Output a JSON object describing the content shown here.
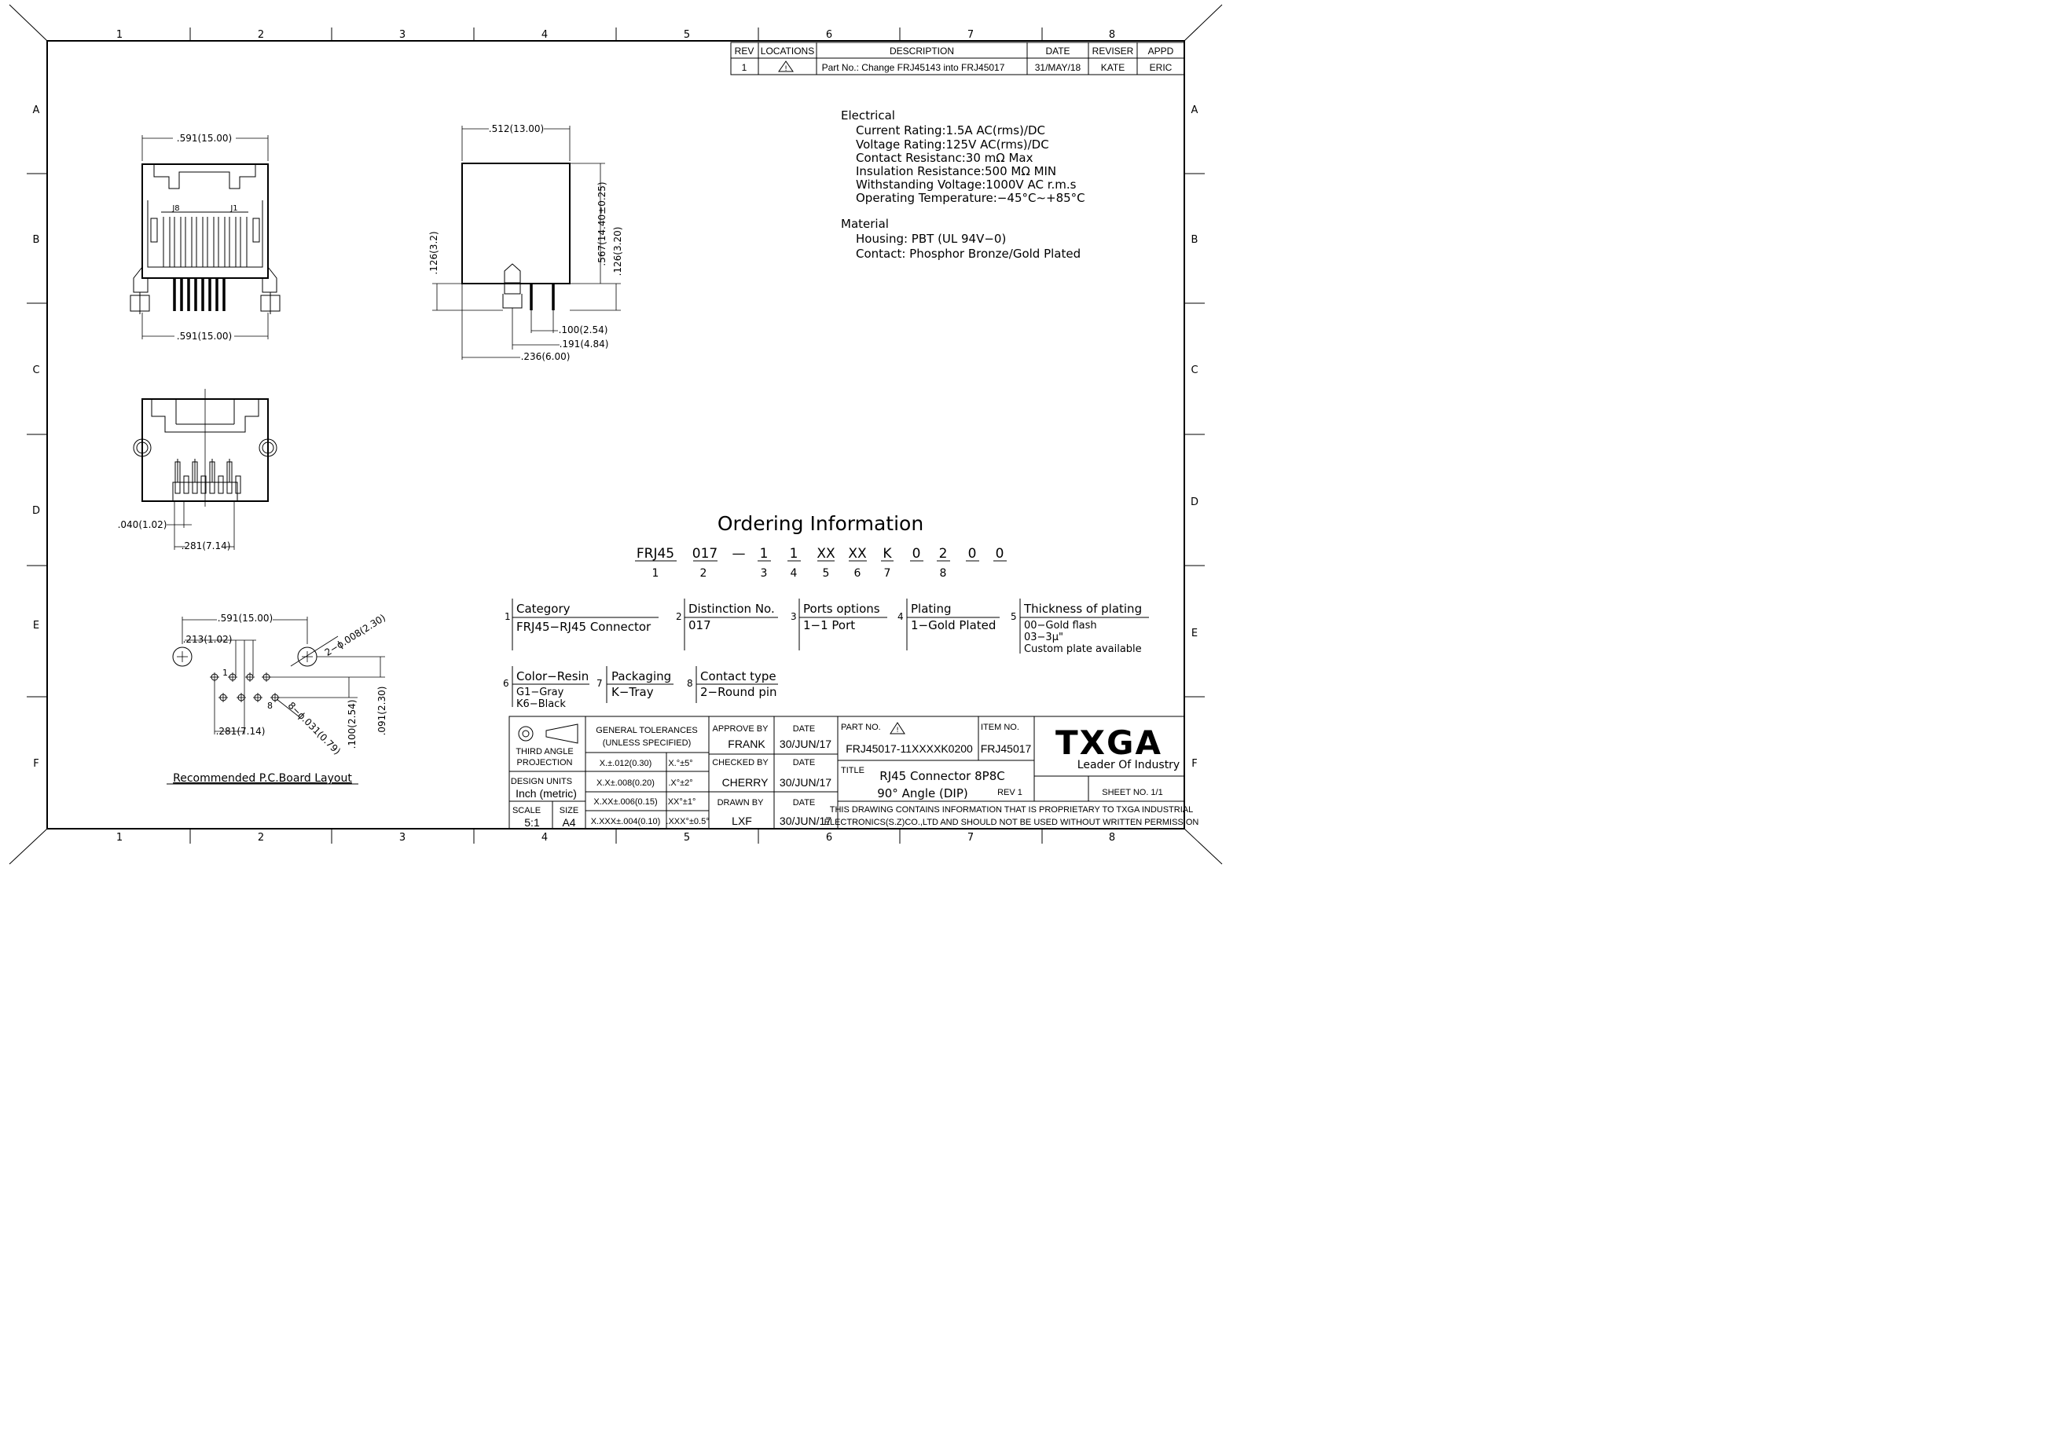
{
  "zones": {
    "columns": [
      "1",
      "2",
      "3",
      "4",
      "5",
      "6",
      "7",
      "8"
    ],
    "rows": [
      "A",
      "B",
      "C",
      "D",
      "E",
      "F"
    ]
  },
  "revision_table": {
    "headers": [
      "REV",
      "LOCATIONS",
      "DESCRIPTION",
      "DATE",
      "REVISER",
      "APPD"
    ],
    "rows": [
      {
        "rev": "1",
        "location": "warning-triangle",
        "description": "Part No.: Change FRJ45143 into FRJ45017",
        "date": "31/MAY/18",
        "reviser": "KATE",
        "appd": "ERIC"
      }
    ]
  },
  "specs": {
    "electrical_heading": "Electrical",
    "electrical": [
      "Current Rating:1.5A AC(rms)/DC",
      "Voltage Rating:125V AC(rms)/DC",
      "Contact Resistanc:30 mΩ  Max",
      "Insulation Resistance:500 MΩ   MIN",
      "Withstanding Voltage:1000V AC r.m.s",
      "Operating Temperature:−45°C∼+85°C"
    ],
    "material_heading": "Material",
    "material": [
      "Housing:  PBT (UL 94V−0)",
      "Contact:  Phosphor Bronze/Gold Plated"
    ]
  },
  "front_view": {
    "dim_top": ".591(15.00)",
    "dim_bottom": ".591(15.00)",
    "label_j8": "J8",
    "label_j1": "J1"
  },
  "side_view": {
    "dim_top": ".512(13.00)",
    "dim_height": ".567(14.40±0.25)",
    "dim_right_small": ".126(3.20)",
    "dim_left_small": ".126(3.2)",
    "dim_100": ".100(2.54)",
    "dim_191": ".191(4.84)",
    "dim_236": ".236(6.00)"
  },
  "bottom_view": {
    "dim_040": ".040(1.02)",
    "dim_281": ".281(7.14)"
  },
  "pcb_layout": {
    "title": "Recommended P.C.Board Layout",
    "dim_591": ".591(15.00)",
    "dim_213": ".213(1.02)",
    "dim_hole_large": "2−ϕ.008(2.30)",
    "dim_hole_small": "8−ϕ.031(0.79)",
    "dim_281": ".281(7.14)",
    "dim_100": ".100(2.54)",
    "dim_091": ".091(2.30)",
    "pin_1": "1",
    "pin_8": "8"
  },
  "ordering": {
    "title": "Ordering Information",
    "code_parts": [
      "FRJ45",
      "017",
      "—",
      "1",
      "1",
      "XX",
      "XX",
      "K",
      "0",
      "2",
      "0",
      "0"
    ],
    "code_indices": [
      "1",
      "2",
      "3",
      "4",
      "5",
      "6",
      "7",
      "8"
    ],
    "blocks": [
      {
        "num": "1",
        "title": "Category",
        "lines": [
          "FRJ45−RJ45 Connector"
        ]
      },
      {
        "num": "2",
        "title": "Distinction No.",
        "lines": [
          "017"
        ]
      },
      {
        "num": "3",
        "title": "Ports options",
        "lines": [
          "1−1 Port"
        ]
      },
      {
        "num": "4",
        "title": "Plating",
        "lines": [
          "1−Gold Plated"
        ]
      },
      {
        "num": "5",
        "title": "Thickness of plating",
        "lines": [
          "00−Gold flash",
          "03−3μ\"",
          "Custom plate available"
        ]
      },
      {
        "num": "6",
        "title": "Color−Resin",
        "lines": [
          "G1−Gray",
          "K6−Black"
        ]
      },
      {
        "num": "7",
        "title": "Packaging",
        "lines": [
          "K−Tray"
        ]
      },
      {
        "num": "8",
        "title": "Contact type",
        "lines": [
          "2−Round pin"
        ]
      }
    ]
  },
  "title_block": {
    "projection_line1": "THIRD ANGLE",
    "projection_line2": "PROJECTION",
    "tolerances_line1": "GENERAL TOLERANCES",
    "tolerances_line2": "(UNLESS SPECIFIED)",
    "tolerances": [
      {
        "linear": "X.±.012(0.30)",
        "angular": "X.°±5°"
      },
      {
        "linear": "X.X±.008(0.20)",
        "angular": ".X°±2°"
      },
      {
        "linear": "X.XX±.006(0.15)",
        "angular": ".XX°±1°"
      },
      {
        "linear": "X.XXX±.004(0.10)",
        "angular": ".XXX°±0.5°"
      }
    ],
    "design_units_label": "DESIGN UNITS",
    "design_units_value": "Inch (metric)",
    "scale_label": "SCALE",
    "scale_value": "5:1",
    "size_label": "SIZE",
    "size_value": "A4",
    "approve_label": "APPROVE BY",
    "approve_name": "FRANK",
    "checked_label": "CHECKED BY",
    "checked_name": "CHERRY",
    "drawn_label": "DRAWN BY",
    "drawn_name": "LXF",
    "date_label": "DATE",
    "date_value": "30/JUN/17",
    "part_no_label": "PART NO.",
    "part_no_value": "FRJ45017-11XXXXK0200",
    "item_no_label": "ITEM NO.",
    "item_no_value": "FRJ45017",
    "title_label": "TITLE",
    "title_line1": "RJ45 Connector 8P8C",
    "title_line2": "90° Angle (DIP)",
    "rev_value": "REV 1",
    "sheet_value": "SHEET NO. 1/1",
    "logo": "TXGA",
    "tagline": "Leader Of Industry",
    "proprietary_line1": "THIS DRAWING CONTAINS INFORMATION THAT IS PROPRIETARY TO TXGA INDUSTRIAL",
    "proprietary_line2": "ELECTRONICS(S.Z)CO.,LTD AND SHOULD NOT BE USED WITHOUT WRITTEN PERMISSION"
  }
}
